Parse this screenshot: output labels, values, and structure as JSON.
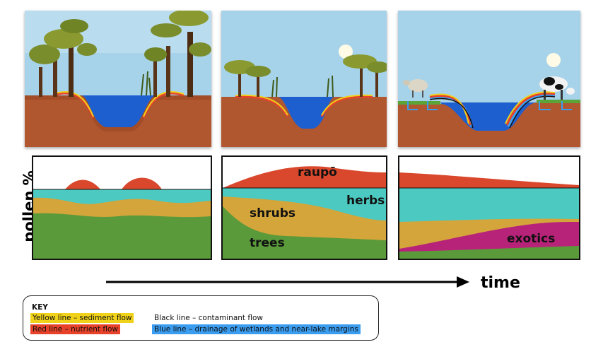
{
  "diagram": {
    "y_axis_label": "pollen %",
    "x_axis_label": "time",
    "chart_labels": {
      "raupo": "raupō",
      "herbs": "herbs",
      "shrubs": "shrubs",
      "trees": "trees",
      "exotics": "exotics"
    },
    "key": {
      "title": "KEY",
      "items": [
        {
          "text": "Yellow line – sediment flow",
          "color": "#f0d21a"
        },
        {
          "text": "Red line – nutrient flow",
          "color": "#e8432a"
        },
        {
          "text": "Black line – contaminant flow",
          "color": ""
        },
        {
          "text": "Blue line – drainage of wetlands and near-lake margins",
          "color": "#3b9df0"
        }
      ]
    },
    "colors": {
      "sky": "#a6d3ea",
      "water": "#1e5fd0",
      "soil": "#b0572f",
      "raupo": "#d9482c",
      "herbs": "#4cc9c0",
      "shrubs": "#d4a53a",
      "trees": "#5a9a3a",
      "exotics": "#b8237a"
    }
  }
}
